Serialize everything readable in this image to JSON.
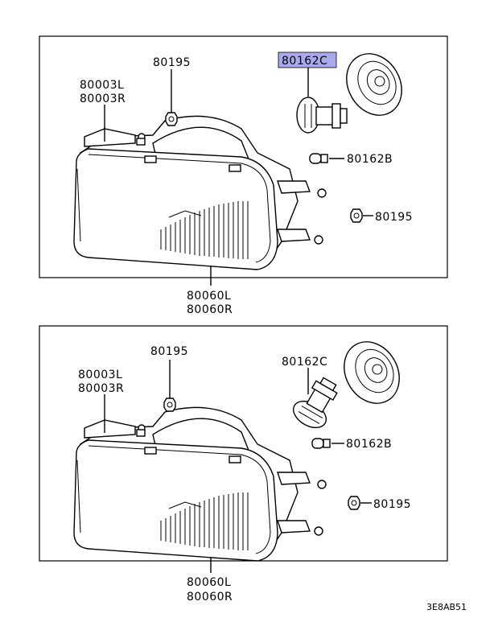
{
  "panels": [
    {
      "labels": {
        "bracket": [
          "80003L",
          "80003R"
        ],
        "nut_top": "80195",
        "bulb_main": "80162C",
        "bulb_small": "80162B",
        "nut_side": "80195",
        "assembly": [
          "80060L",
          "80060R"
        ]
      },
      "highlight_bulb_main": true
    },
    {
      "labels": {
        "bracket": [
          "80003L",
          "80003R"
        ],
        "nut_top": "80195",
        "bulb_main": "80162C",
        "bulb_small": "80162B",
        "nut_side": "80195",
        "assembly": [
          "80060L",
          "80060R"
        ]
      },
      "highlight_bulb_main": false
    }
  ],
  "diagram_code": "3E8AB51",
  "colors": {
    "highlight": "#a9a9ee",
    "line": "#000000"
  }
}
